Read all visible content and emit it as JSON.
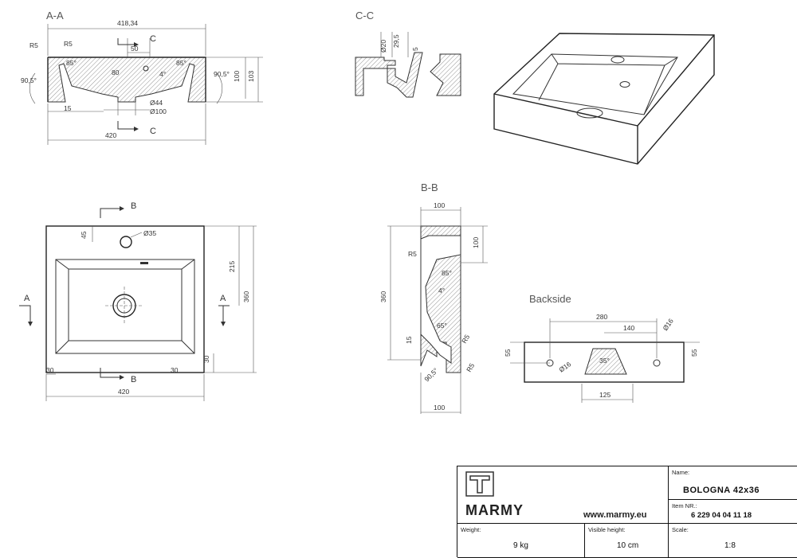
{
  "sections": {
    "aa": "A-A",
    "cc": "C-C",
    "bb": "B-B",
    "backside": "Backside"
  },
  "dims_aa": {
    "w41834": "418,34",
    "r5a": "R5",
    "r5b": "R5",
    "d50": "50",
    "a85a": "85°",
    "a85b": "85°",
    "a905a": "90,5°",
    "a905b": "90,5°",
    "d80": "80",
    "a4": "4°",
    "d100": "100",
    "d103": "103",
    "d15": "15",
    "phi44": "Ø44",
    "phi100": "Ø100",
    "w420": "420",
    "c1": "C",
    "c2": "C"
  },
  "dims_cc": {
    "phi20": "Ø20",
    "d295": "29,5",
    "d5": "5"
  },
  "dims_top": {
    "b1": "B",
    "b2": "B",
    "a1": "A",
    "a2": "A",
    "d45": "45",
    "phi35": "Ø35",
    "d215": "215",
    "d360": "360",
    "d30a": "30",
    "d30b": "30",
    "d30c": "30",
    "w420": "420"
  },
  "dims_bb": {
    "d100top": "100",
    "d100right": "100",
    "r5a": "R5",
    "a85": "85°",
    "a4": "4°",
    "d360": "360",
    "a65": "65°",
    "r5b": "R5",
    "d15": "15",
    "a905": "90,5°",
    "r5c": "R5",
    "d100bot": "100"
  },
  "dims_back": {
    "d280": "280",
    "d140": "140",
    "phi16a": "Ø16",
    "phi16b": "Ø16",
    "d55a": "55",
    "d55b": "55",
    "a35": "35°",
    "d125": "125"
  },
  "titleblock": {
    "brand": "MARMY",
    "website": "www.marmy.eu",
    "name_label": "Name:",
    "name_value": "BOLOGNA 42x36",
    "item_label": "Item NR.:",
    "item_value": "6 229 04 04 11 18",
    "weight_label": "Weight:",
    "weight_value": "9 kg",
    "height_label": "Visible height:",
    "height_value": "10 cm",
    "scale_label": "Scale:",
    "scale_value": "1:8"
  }
}
